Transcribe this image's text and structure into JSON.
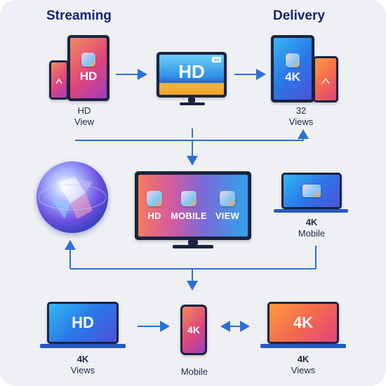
{
  "headings": {
    "left": "Streaming",
    "right": "Delivery"
  },
  "top_row": {
    "left_device": {
      "screen_text": "HD",
      "caption_line1": "HD",
      "caption_line2": "View"
    },
    "center_monitor": {
      "screen_text": "HD",
      "badge": "▭"
    },
    "right_device": {
      "screen_text": "4K",
      "caption_line1": "32",
      "caption_line2": "Views"
    }
  },
  "middle_row": {
    "tv_items": [
      "HD",
      "MOBILE",
      "VIEW"
    ],
    "laptop_caption_line1": "4K",
    "laptop_caption_line2": "Mobile"
  },
  "bottom_row": {
    "left_laptop": {
      "screen_text": "HD",
      "caption_line1": "4K",
      "caption_line2": "Views"
    },
    "phone": {
      "screen_text": "4K",
      "caption": "Mobile"
    },
    "right_laptop": {
      "screen_text": "4K",
      "caption_line1": "4K",
      "caption_line2": "Views"
    }
  },
  "colors": {
    "arrow": "#2d6fd6",
    "heading": "#12266b",
    "frame": "#1a2340"
  }
}
